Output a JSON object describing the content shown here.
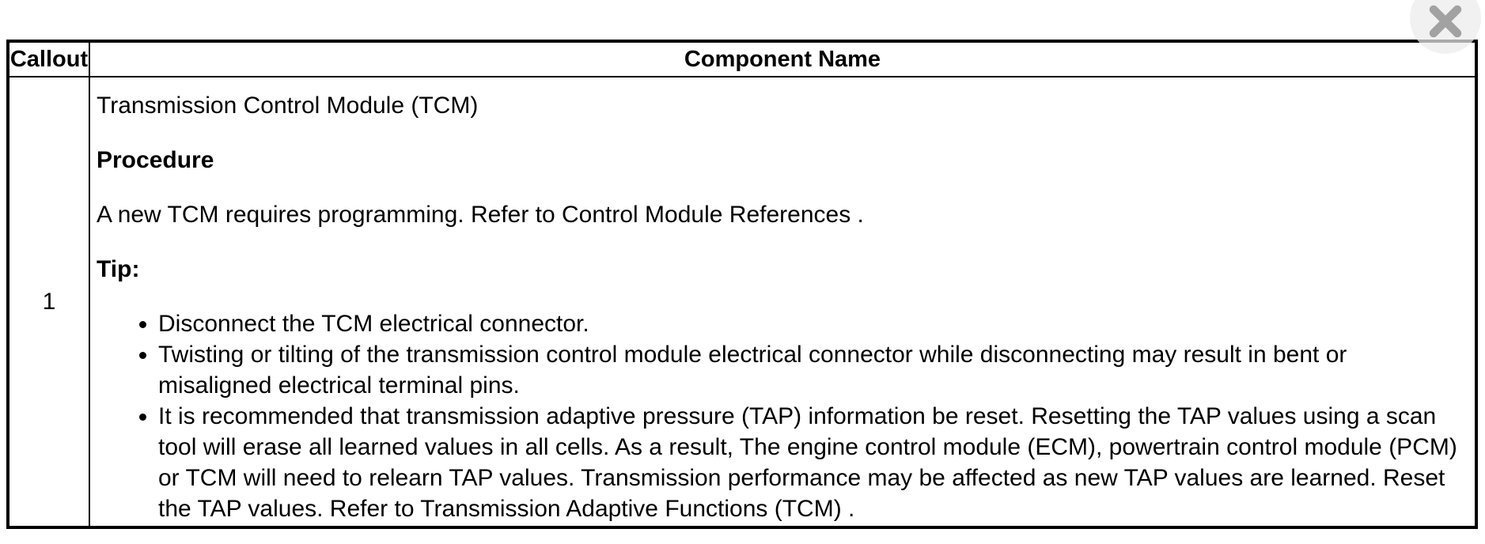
{
  "table": {
    "headers": {
      "callout": "Callout",
      "component_name": "Component Name"
    },
    "rows": [
      {
        "callout": "1",
        "component": "Transmission Control Module (TCM)",
        "procedure_heading": "Procedure",
        "procedure_text": "A new TCM requires programming. Refer to Control Module References .",
        "tip_heading": "Tip:",
        "tips": [
          "Disconnect the TCM electrical connector.",
          "Twisting or tilting of the transmission control module electrical connector while disconnecting may result in bent or misaligned electrical terminal pins.",
          "It is recommended that transmission adaptive pressure (TAP) information be reset. Resetting the TAP values using a scan tool will erase all learned values in all cells. As a result, The engine control module (ECM), powertrain control module (PCM) or TCM will need to relearn TAP values. Transmission performance may be affected as new TAP values are learned. Reset the TAP values. Refer to Transmission Adaptive Functions (TCM) ."
        ]
      }
    ]
  },
  "icons": {
    "close": "close-x"
  },
  "colors": {
    "table_border": "#000000",
    "text": "#000000",
    "close_circle_bg": "#f1f1f1",
    "close_x": "#a2a2a2"
  }
}
